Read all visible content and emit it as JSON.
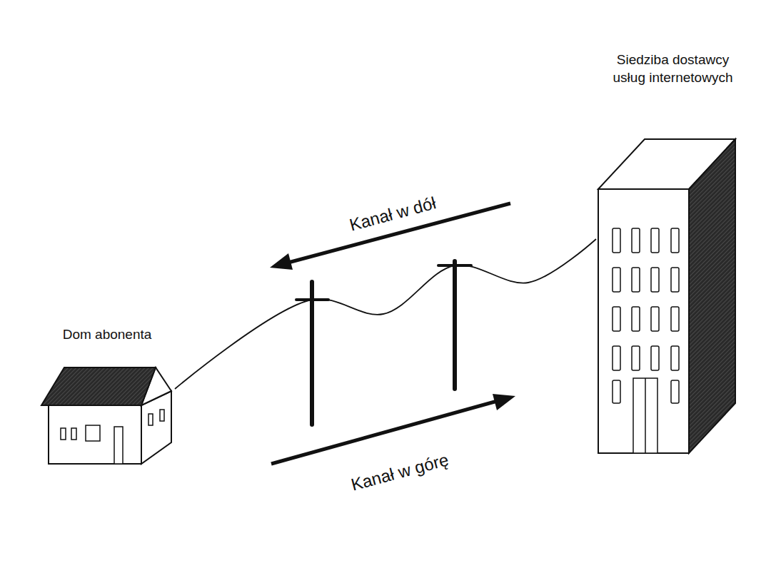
{
  "diagram": {
    "nodes": [
      {
        "text": [
          "Dom abonenta"
        ]
      },
      {
        "text": [
          "Siedziba dostawcy usług internetowych"
        ]
      }
    ],
    "edges": [
      {
        "from": 0,
        "to": 1,
        "arrow": "none"
      }
    ],
    "labels": [
      "Kanał w dół",
      "Kanał w górę"
    ]
  }
}
